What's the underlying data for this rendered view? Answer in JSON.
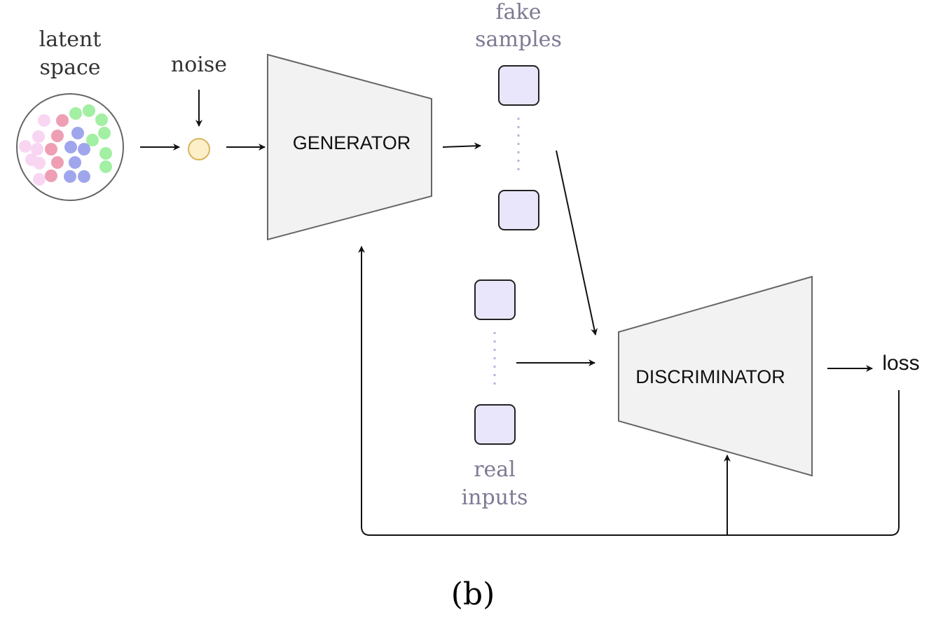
{
  "labels": {
    "latent_line1": "latent",
    "latent_line2": "space",
    "noise": "noise",
    "generator": "GENERATOR",
    "fake_line1": "fake",
    "fake_line2": "samples",
    "discriminator": "DISCRIMINATOR",
    "loss": "loss",
    "real_line1": "real",
    "real_line2": "inputs",
    "caption": "(b)"
  },
  "colors": {
    "text_dark": "#333333",
    "text_muted": "#7d7a93",
    "block_fill": "#f2f2f2",
    "block_stroke": "#666666",
    "sample_fill": "#e9e6fb",
    "sample_stroke": "#222222",
    "dots": "#b9b3d9",
    "noise_fill": "#fdf0c8",
    "noise_stroke": "#d9b45c",
    "latent_pink_light": "#f8d6f2",
    "latent_pink": "#ee9fb4",
    "latent_green": "#a3efa3",
    "latent_blue": "#9fa6ec"
  }
}
